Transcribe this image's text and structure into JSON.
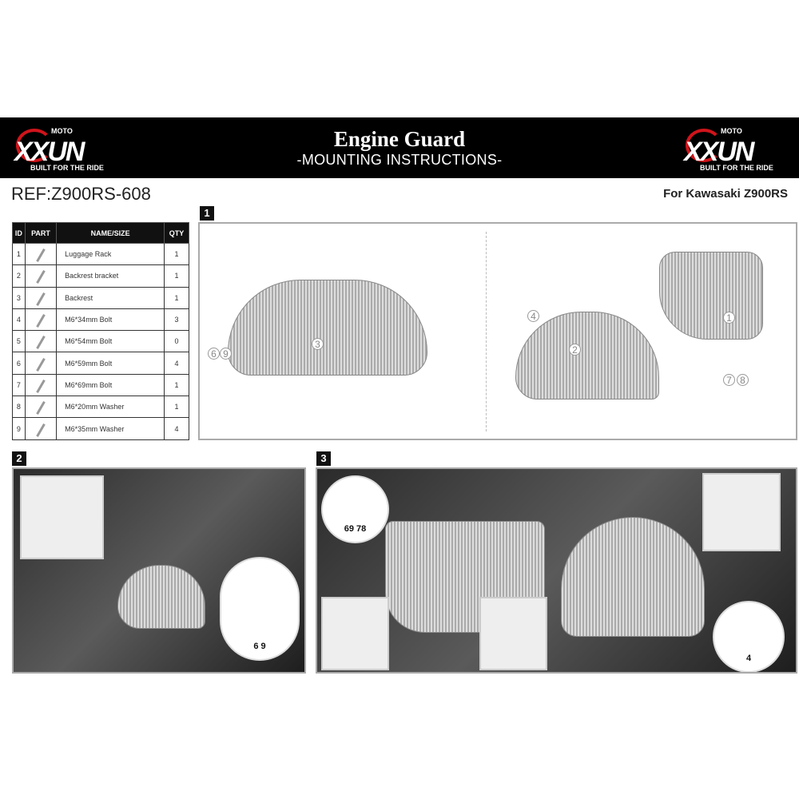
{
  "header": {
    "brand": "XXUN",
    "brand_moto": "MOTO",
    "tagline": "BUILT FOR THE RIDE",
    "title": "Engine Guard",
    "subtitle": "-MOUNTING INSTRUCTIONS-"
  },
  "ref": "REF:Z900RS-608",
  "fitment": "For Kawasaki Z900RS",
  "table": {
    "headers": [
      "ID",
      "PART",
      "NAME/SIZE",
      "QTY"
    ],
    "rows": [
      {
        "id": "1",
        "name": "Luggage Rack",
        "qty": "1"
      },
      {
        "id": "2",
        "name": "Backrest bracket",
        "qty": "1"
      },
      {
        "id": "3",
        "name": "Backrest",
        "qty": "1"
      },
      {
        "id": "4",
        "name": "M6*34mm Bolt",
        "qty": "3"
      },
      {
        "id": "5",
        "name": "M6*54mm Bolt",
        "qty": "0"
      },
      {
        "id": "6",
        "name": "M6*59mm Bolt",
        "qty": "4"
      },
      {
        "id": "7",
        "name": "M6*69mm Bolt",
        "qty": "1"
      },
      {
        "id": "8",
        "name": "M6*20mm Washer",
        "qty": "1"
      },
      {
        "id": "9",
        "name": "M6*35mm Washer",
        "qty": "4"
      }
    ]
  },
  "steps": [
    {
      "number": "1",
      "callouts": {
        "a": "3",
        "b": "6",
        "c": "9",
        "d": "2",
        "e": "4",
        "f": "1",
        "g": "7",
        "h": "8"
      }
    },
    {
      "number": "2",
      "labels": [
        "6",
        "9"
      ]
    },
    {
      "number": "3",
      "labels": [
        "6",
        "9",
        "7",
        "8",
        "4"
      ]
    }
  ],
  "colors": {
    "band": "#000000",
    "accent": "#d0141b"
  }
}
